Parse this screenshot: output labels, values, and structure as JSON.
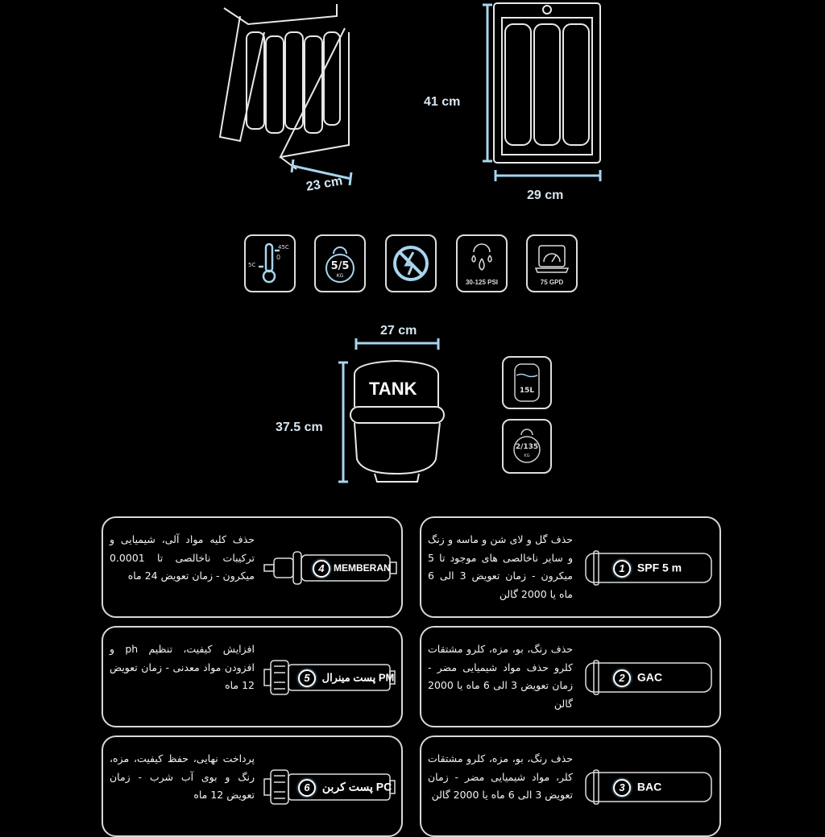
{
  "dimensions": {
    "side_depth": "23 cm",
    "front_height": "41 cm",
    "front_width": "29 cm",
    "tank_width": "27 cm",
    "tank_height": "37.5 cm"
  },
  "specs": [
    {
      "icon": "thermometer-icon",
      "min": "5C",
      "max": "45C",
      "mid": "0"
    },
    {
      "icon": "weight-icon",
      "value": "5/5",
      "unit": "KG"
    },
    {
      "icon": "no-electricity-icon"
    },
    {
      "icon": "pressure-icon",
      "label": "30-125 PSI"
    },
    {
      "icon": "flow-rate-icon",
      "label": "75 GPD"
    }
  ],
  "tank": {
    "label": "TANK",
    "capacity": "15L",
    "weight": "2/135",
    "weight_unit": "KG"
  },
  "filters": [
    {
      "num": "1",
      "name": "SPF 5 m",
      "desc": "حذف گل و لای شن و ماسه و زنگ و سایر ناخالصی های موجود تا 5 میکرون - زمان تعویض 3 الی 6 ماه یا 2000 گالن"
    },
    {
      "num": "2",
      "name": "GAC",
      "desc": "حذف رنگ، بو، مزه، کلرو مشتقات کلرو حذف مواد شیمیایی مضر - زمان تعویض 3 الی 6 ماه یا 2000 گالن"
    },
    {
      "num": "3",
      "name": "BAC",
      "desc": "حذف رنگ، بو، مزه، کلرو مشتقات کلر، مواد شیمیایی مضر - زمان تعویض 3 الی 6 ماه یا 2000 گالن"
    },
    {
      "num": "4",
      "name": "MEMBERAN",
      "desc": "حذف کلیه مواد آلی، شیمیایی و ترکیبات ناخالصی تا 0.0001 میکرون - زمان تعویض 24 ماه"
    },
    {
      "num": "5",
      "name": "پست مینرال PM",
      "desc": "افزایش کیفیت، تنظیم ph و افزودن مواد معدنی - زمان تعویض 12 ماه"
    },
    {
      "num": "6",
      "name": "پست کربن PC",
      "desc": "پرداخت نهایی، حفظ کیفیت، مزه، رنگ و بوی آب شرب - زمان تعویض 12 ماه"
    }
  ],
  "colors": {
    "accent": "#a8d4ee",
    "line": "#d8d8d8",
    "background": "#000000"
  }
}
